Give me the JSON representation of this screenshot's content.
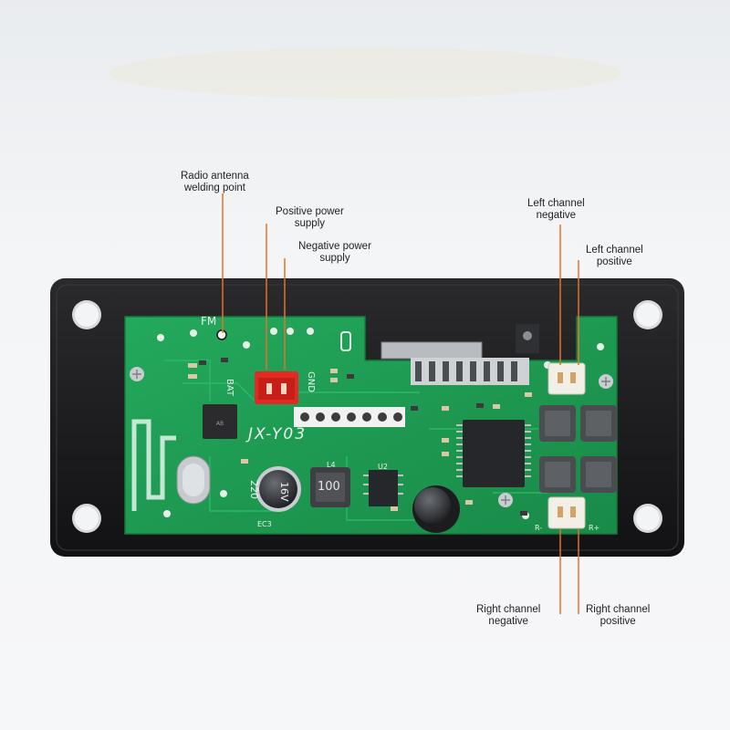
{
  "callouts": {
    "radio_antenna": [
      "Radio antenna",
      "welding point"
    ],
    "positive_power": [
      "Positive power",
      "supply"
    ],
    "negative_power": [
      "Negative power",
      "supply"
    ],
    "left_negative": [
      "Left channel",
      "negative"
    ],
    "left_positive": [
      "Left channel",
      "positive"
    ],
    "right_negative": [
      "Right channel",
      "negative"
    ],
    "right_positive": [
      "Right channel",
      "positive"
    ]
  },
  "board": {
    "model": "JX-Y03",
    "fm": "FM",
    "bat": "BAT",
    "gnd": "GND",
    "capacitor_value": "220",
    "capacitor_voltage": "16V",
    "inductor_value": "100",
    "inductor_label": "L4",
    "chip_label": "U2",
    "rl_label": "R-",
    "rr_label": "R+",
    "ec3": "EC3"
  },
  "colors": {
    "pcb": "#1f9e55",
    "frame": "#1c1c1e",
    "leader_line": "#e8702a",
    "connector_red": "#e02a24"
  }
}
